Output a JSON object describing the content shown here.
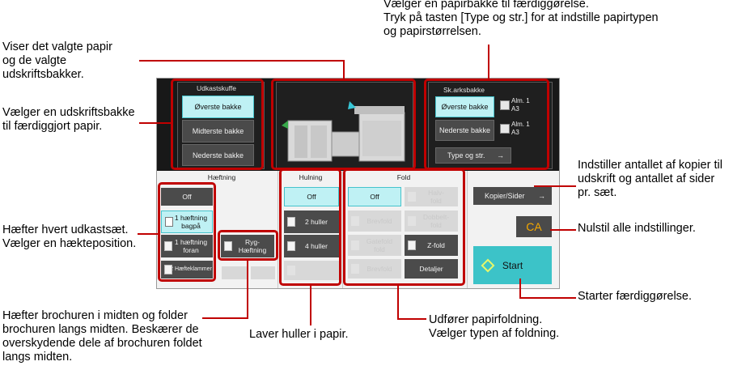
{
  "annotations": {
    "top_right": "Vælger en papirbakke til færdiggørelse.\nTryk på tasten [Type og str.] for at indstille papirtypen\nog papirstørrelsen.",
    "top_left": "Viser det valgte papir\nog de valgte\nudskriftsbakker.",
    "mid_left": "Vælger en udskriftsbakke\ntil færdiggjort papir.",
    "right_copies": "Indstiller antallet af kopier til\nudskrift og antallet af sider\npr. sæt.",
    "right_ca": "Nulstil alle indstillinger.",
    "left_staple": "Hæfter hvert udkastsæt.\nVælger en hækteposition.",
    "right_start": "Starter færdiggørelse.",
    "bottom_saddle": "Hæfter brochuren i midten og folder\nbrochuren langs midten. Beskærer de\noverskydende dele af brochuren foldet\nlangs midten.",
    "bottom_punch": "Laver huller i papir.",
    "bottom_fold": "Udfører papirfoldning.\nVælger typen af foldning."
  },
  "output_tray": {
    "title": "Udkastskuffe",
    "buttons": [
      "Øverste bakke",
      "Midterste bakke",
      "Nederste bakke"
    ]
  },
  "paper_tray": {
    "title": "Sk.arksbakke",
    "buttons": [
      "Øverste bakke",
      "Nederste bakke"
    ],
    "paper_info": [
      [
        "Alm. 1",
        "A3"
      ],
      [
        "Alm. 1",
        "A3"
      ]
    ],
    "type_size_button": "Type og str."
  },
  "stapling": {
    "title": "Hæftning",
    "off": "Off",
    "one_back": "1 hæftning\nbagpå",
    "one_front": "1 hæftning\nforan",
    "two": "2 Hæfteklammer",
    "saddle": "Ryg-\nHæftning"
  },
  "punch": {
    "title": "Hulning",
    "off": "Off",
    "two_holes": "2 huller",
    "four_holes": "4 huller"
  },
  "fold": {
    "title": "Fold",
    "off": "Off",
    "half": "Halv-\nfold",
    "letter": "Brevfold",
    "gatefold": "Gatefold\nfold",
    "doublefold": "Dobbelt-\nfold",
    "zfold": "Z-fold",
    "brevfold2": "Brevfold",
    "details": "Detaljer"
  },
  "controls": {
    "copies_button": "Kopier/Sider",
    "ca_button": "CA",
    "start_button": "Start"
  },
  "colors": {
    "accent_red": "#c00000",
    "selected": "#bff1f4",
    "start": "#3cc3c8",
    "ca_text": "#f4a800"
  }
}
